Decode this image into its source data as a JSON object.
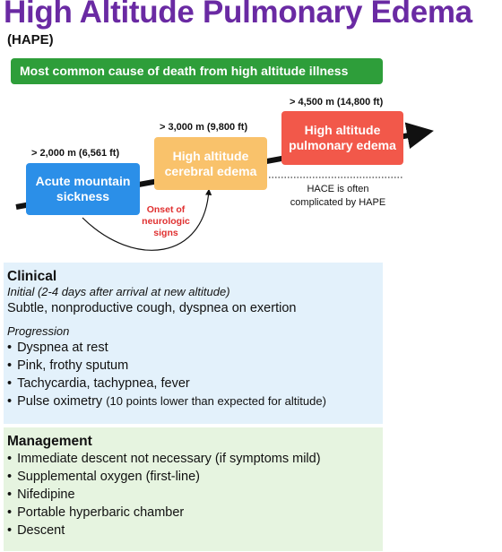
{
  "title": "High Altitude Pulmonary Edema",
  "subtitle": "(HAPE)",
  "banner": "Most common cause of death from high altitude illness",
  "diagram": {
    "stages": [
      {
        "label": "Acute mountain\nsickness",
        "altitude": "> 2,000 m (6,561 ft)",
        "color": "#2b8fe8"
      },
      {
        "label": "High altitude\ncerebral edema",
        "altitude": "> 3,000 m (9,800 ft)",
        "color": "#f9c26b"
      },
      {
        "label": "High altitude\npulmonary edema",
        "altitude": "> 4,500 m (14,800 ft)",
        "color": "#f2584a"
      }
    ],
    "onset_label": "Onset of\nneurologic\nsigns",
    "hace_note": "HACE is often\ncomplicated by HAPE"
  },
  "clinical": {
    "heading": "Clinical",
    "initial_label": "Initial (2-4 days after arrival at new altitude)",
    "initial_text": "Subtle, nonproductive cough, dyspnea on exertion",
    "progression_label": "Progression",
    "progression_items": [
      "Dyspnea at rest",
      "Pink, frothy sputum",
      "Tachycardia, tachypnea, fever"
    ],
    "pulse_item": "Pulse oximetry",
    "pulse_note": "(10 points lower than expected for altitude)"
  },
  "management": {
    "heading": "Management",
    "items": [
      "Immediate descent not necessary (if symptoms mild)",
      "Supplemental oxygen (first-line)",
      "Nifedipine",
      "Portable hyperbaric chamber",
      "Descent"
    ]
  }
}
